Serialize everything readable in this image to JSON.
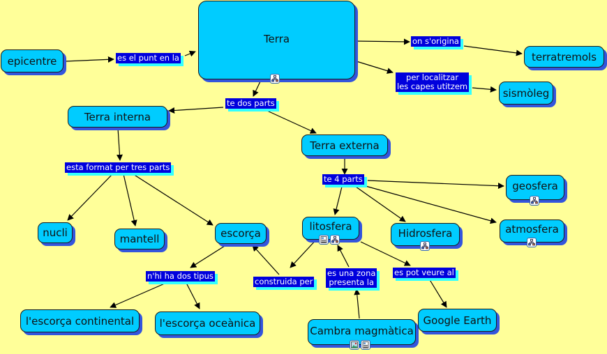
{
  "colors": {
    "background": "#ffff99",
    "concept_fill": "#00ccff",
    "concept_shadow": "#3355dd",
    "link_fill": "#0000dd",
    "link_shadow": "#33ffff",
    "edge": "#000000"
  },
  "concepts": {
    "terra": {
      "label": "Terra",
      "icons": [
        "submap-icon"
      ]
    },
    "epicentre": {
      "label": "epicentre"
    },
    "terratremols": {
      "label": "terratremols"
    },
    "sismoleg": {
      "label": "sismòleg"
    },
    "terra_interna": {
      "label": "Terra interna"
    },
    "terra_externa": {
      "label": "Terra externa"
    },
    "nucli": {
      "label": "nucli"
    },
    "mantell": {
      "label": "mantell"
    },
    "escorca": {
      "label": "escorça"
    },
    "litosfera": {
      "label": "litosfera",
      "icons": [
        "document-icon",
        "submap-icon"
      ]
    },
    "hidrosfera": {
      "label": "Hidrosfera",
      "icons": [
        "submap-icon"
      ]
    },
    "atmosfera": {
      "label": "atmosfera",
      "icons": [
        "submap-icon"
      ]
    },
    "geosfera": {
      "label": "geosfera",
      "icons": [
        "submap-icon"
      ]
    },
    "escorca_continental": {
      "label": "l'escorça continental"
    },
    "escorca_oceanica": {
      "label": "l'escorça oceànica"
    },
    "cambra_magmatica": {
      "label": "Cambra magmàtica",
      "icons": [
        "image-icon",
        "document-icon"
      ]
    },
    "google_earth": {
      "label": "Google Earth"
    }
  },
  "links": {
    "es_el_punt": {
      "label": "es el punt en la"
    },
    "on_sorigina": {
      "label": "on s'origina"
    },
    "per_localitzar": {
      "line1": "per localitzar",
      "line2": "les capes utitzem"
    },
    "te_dos_parts": {
      "label": "te dos parts"
    },
    "esta_format": {
      "label": "esta format per tres parts"
    },
    "te_4_parts": {
      "label": "te 4 parts"
    },
    "nhi_ha": {
      "label": "n'hi ha dos tipus"
    },
    "construida_per": {
      "label": "construida per"
    },
    "es_una_zona": {
      "line1": "es una zona",
      "line2": "presenta la"
    },
    "es_pot_veure": {
      "label": "es pot veure al"
    }
  },
  "connections": [
    [
      "epicentre",
      "es_el_punt"
    ],
    [
      "es_el_punt",
      "terra"
    ],
    [
      "terra",
      "on_sorigina"
    ],
    [
      "on_sorigina",
      "terratremols"
    ],
    [
      "terra",
      "per_localitzar"
    ],
    [
      "per_localitzar",
      "sismoleg"
    ],
    [
      "terra",
      "te_dos_parts"
    ],
    [
      "te_dos_parts",
      "terra_interna"
    ],
    [
      "te_dos_parts",
      "terra_externa"
    ],
    [
      "terra_interna",
      "esta_format"
    ],
    [
      "esta_format",
      "nucli"
    ],
    [
      "esta_format",
      "mantell"
    ],
    [
      "esta_format",
      "escorca"
    ],
    [
      "terra_externa",
      "te_4_parts"
    ],
    [
      "te_4_parts",
      "litosfera"
    ],
    [
      "te_4_parts",
      "hidrosfera"
    ],
    [
      "te_4_parts",
      "atmosfera"
    ],
    [
      "te_4_parts",
      "geosfera"
    ],
    [
      "escorca",
      "nhi_ha"
    ],
    [
      "nhi_ha",
      "escorca_continental"
    ],
    [
      "nhi_ha",
      "escorca_oceanica"
    ],
    [
      "litosfera",
      "construida_per"
    ],
    [
      "construida_per",
      "escorca"
    ],
    [
      "cambra_magmatica",
      "es_una_zona"
    ],
    [
      "es_una_zona",
      "litosfera"
    ],
    [
      "litosfera",
      "es_pot_veure"
    ],
    [
      "es_pot_veure",
      "google_earth"
    ]
  ]
}
